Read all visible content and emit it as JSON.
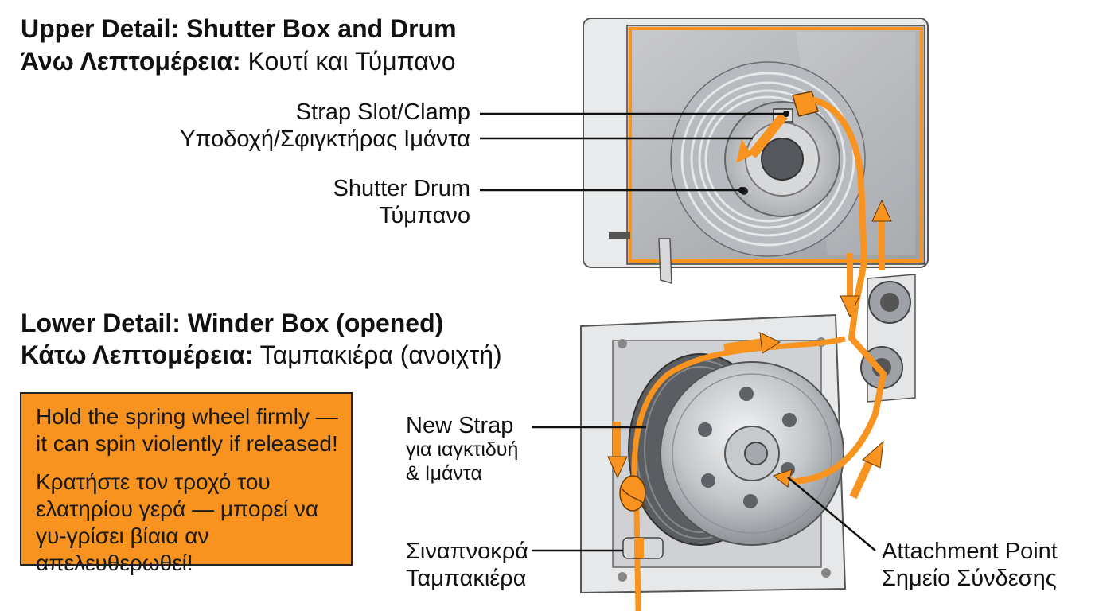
{
  "upper": {
    "title_en": "Upper Detail: Shutter Box and Drum",
    "title_gr_bold": "Άνω Λεπτομέρεια:",
    "title_gr_rest": " Κουτί και Τύμπανο"
  },
  "lower": {
    "title_en": "Lower Detail: Winder Box (opened)",
    "title_gr_bold": "Κάτω Λεπτομέρεια:",
    "title_gr_rest": " Ταμπακιέρα (ανοιχτή)"
  },
  "labels": {
    "strap_slot_en": "Strap Slot/Clamp",
    "strap_slot_gr": "Υποδοχή/Σφιγκτήρας Ιμάντα",
    "drum_en": "Shutter Drum",
    "drum_gr": "Τύμπανο",
    "new_strap_en": "New Strap",
    "new_strap_gr1": "για ιαγκτιδυή",
    "new_strap_gr2": "& Ιμάντα",
    "guide_gr1": "Σιναπνοκρά",
    "guide_gr2": "Ταμπακιέρα",
    "attach_en": "Attachment Point",
    "attach_gr": "Σημείο Σύνδεσης"
  },
  "warning": {
    "en": "Hold the spring wheel firmly — it can spin violently if released!",
    "gr": "Κρατήστε τον τροχό του ελατηρίου γερά — μπορεί να γυ-γρίσει βίαια αν απελευθερωθεί!"
  },
  "colors": {
    "strap": "#f7931e",
    "warning_bg": "#f7931e",
    "metal": "#b9bcc0",
    "box_frame": "#e4e5e7"
  }
}
